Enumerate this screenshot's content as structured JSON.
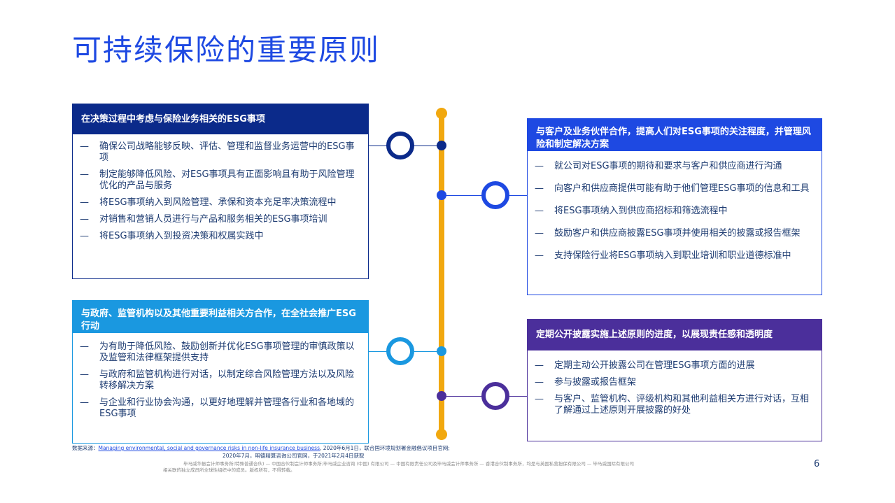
{
  "title": "可持续保险的重要原则",
  "colors": {
    "title_blue": "#1e49e2",
    "navy": "#0b2a8a",
    "mid_blue": "#1e49e2",
    "sky_blue": "#1a98e0",
    "purple": "#4b2f9b",
    "timeline_yellow": "#f1a80f"
  },
  "box1": {
    "header": "在决策过程中考虑与保险业务相关的ESG事项",
    "items": [
      "确保公司战略能够反映、评估、管理和监督业务运营中的ESG事项",
      "制定能够降低风险、对ESG事项具有正面影响且有助于风险管理优化的产品与服务",
      "将ESG事项纳入到风险管理、承保和资本充足率决策流程中",
      "对销售和营销人员进行与产品和服务相关的ESG事项培训",
      "将ESG事项纳入到投资决策和权属实践中"
    ]
  },
  "box2": {
    "header": "与客户及业务伙伴合作，提高人们对ESG事项的关注程度，并管理风险和制定解决方案",
    "items": [
      "就公司对ESG事项的期待和要求与客户和供应商进行沟通",
      "向客户和供应商提供可能有助于他们管理ESG事项的信息和工具",
      "将ESG事项纳入到供应商招标和筛选流程中",
      "鼓励客户和供应商披露ESG事项并使用相关的披露或报告框架",
      "支持保险行业将ESG事项纳入到职业培训和职业道德标准中"
    ]
  },
  "box3": {
    "header": "与政府、监管机构以及其他重要利益相关方合作，在全社会推广ESG行动",
    "items": [
      "为有助于降低风险、鼓励创新并优化ESG事项管理的审慎政策以及监管和法律框架提供支持",
      "与政府和监管机构进行对话，以制定综合风险管理方法以及风险转移解决方案",
      "与企业和行业协会沟通，以更好地理解并管理各行业和各地域的ESG事项"
    ]
  },
  "box4": {
    "header": "定期公开披露实施上述原则的进度，以展现责任感和透明度",
    "items": [
      "定期主动公开披露公司在管理ESG事项方面的进展",
      "参与披露或报告框架",
      "与客户、监管机构、评级机构和其他利益相关方进行对话，互相了解通过上述原则开展披露的好处"
    ]
  },
  "dash": "—",
  "footnote": {
    "label": "数据来源：",
    "link": "Managing environmental, social and governance risks in non-life insurance business",
    "line1_rest": ", 2020年6月1日，联合国环境规划署金融倡议项目官网;",
    "line2": "2020年7月，明德精算咨询公司官网，于2021年2月4日获取"
  },
  "legal": {
    "line1": "毕马威华振会计师事务所(特殊普通合伙) — 中国合伙制会计师事务所;毕马威企业咨询 (中国) 有限公司 — 中国有限责任公司及毕马威会计师事务所 — 香港合伙制事务所，均是与英国私营担保有限公司 — 毕马威国际有限公司",
    "line2": "相关联的独立成员所全球性组织中的成员。版权所有，不得转载。"
  },
  "page_number": "6"
}
